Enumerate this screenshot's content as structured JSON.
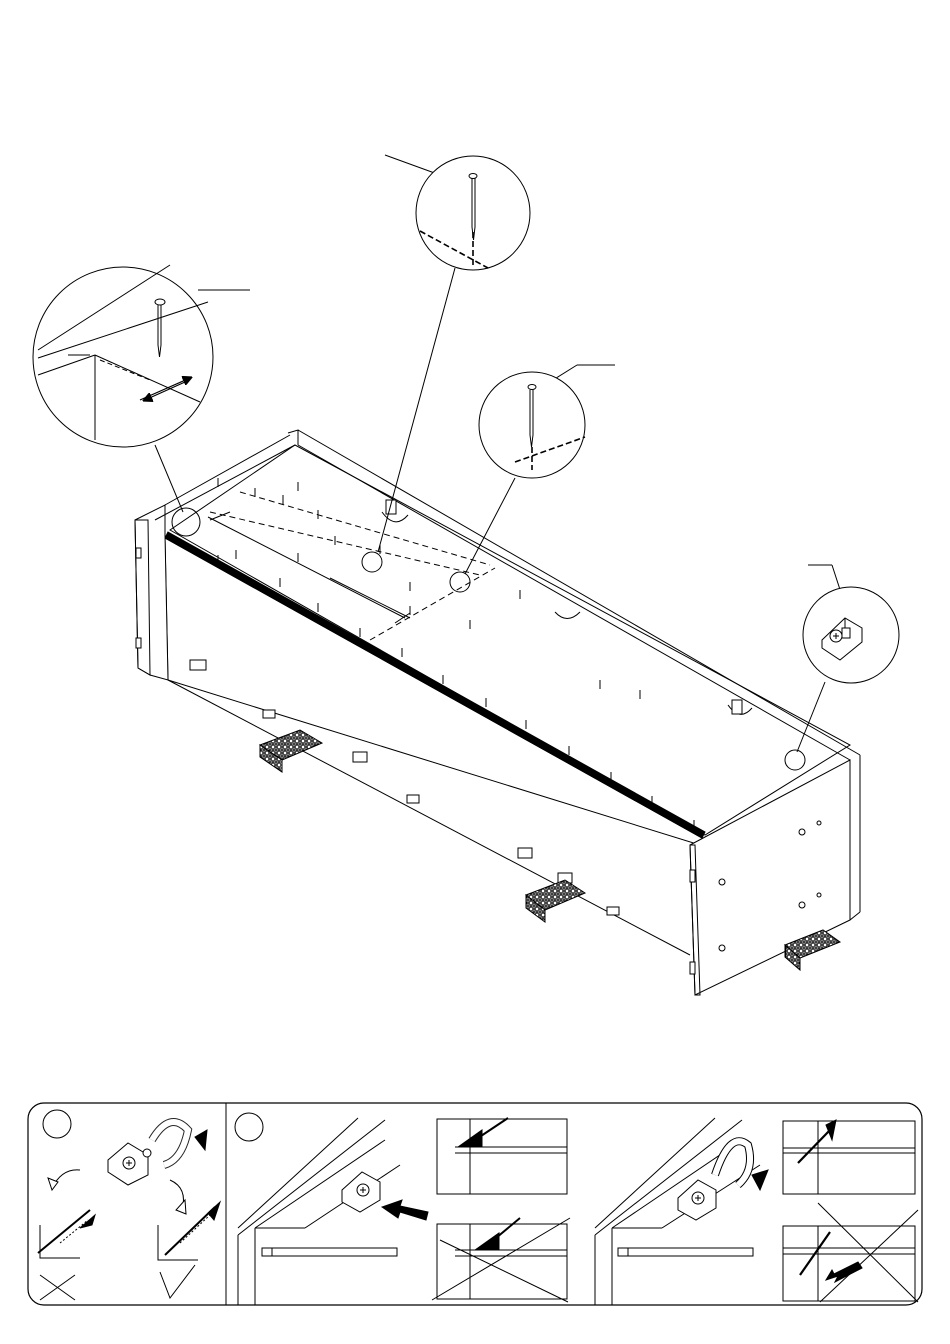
{
  "page": {
    "background": "#ffffff",
    "ink": "#000000"
  },
  "main_diagram": {
    "subject": "cabinet-back-panel-assembly",
    "callouts": [
      {
        "id": "nail-detail-top",
        "icon": "nail-icon"
      },
      {
        "id": "nail-detail-left",
        "icon": "nail-icon"
      },
      {
        "id": "nail-detail-right",
        "icon": "nail-icon"
      },
      {
        "id": "fitting-detail",
        "icon": "connector-screw-icon"
      }
    ],
    "feet_pattern": "hex-mesh"
  },
  "instruction_panel": {
    "steps": [
      {
        "id": "step-1",
        "number_label": ""
      },
      {
        "id": "step-2",
        "number_label": ""
      }
    ],
    "marks": [
      "correct-checkmark",
      "wrong-cross"
    ]
  }
}
